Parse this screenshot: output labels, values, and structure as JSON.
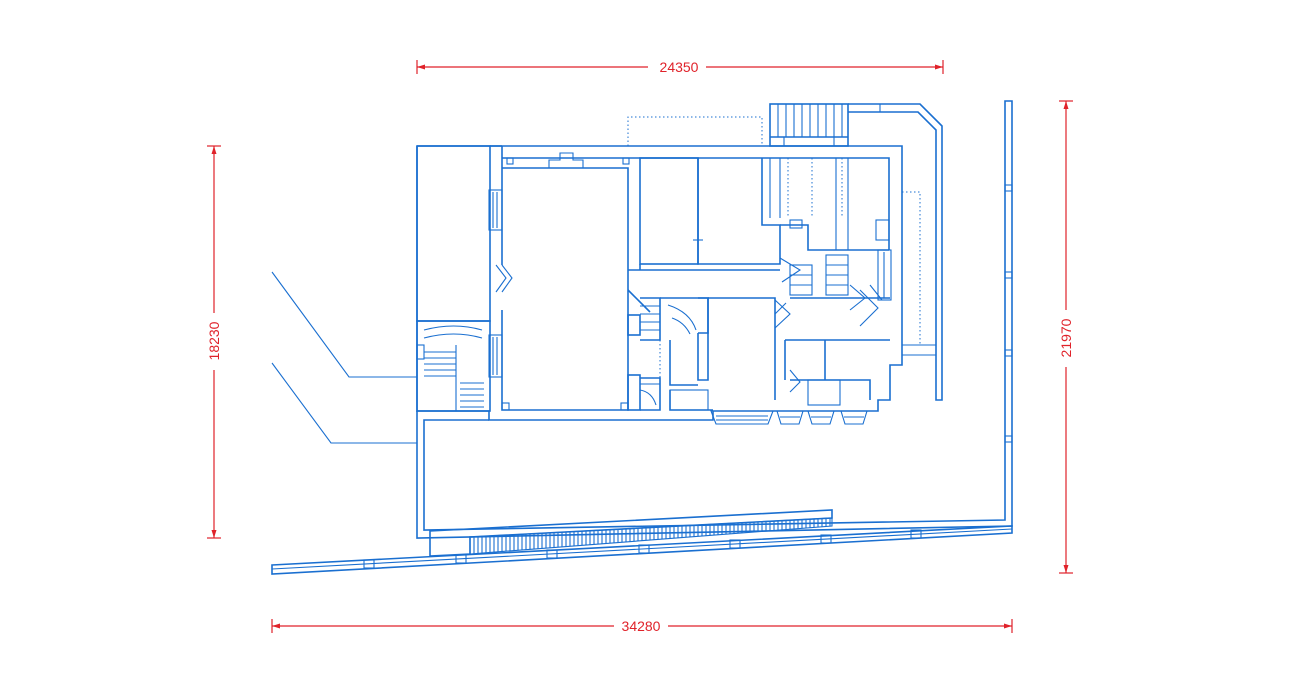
{
  "dimensions": {
    "top": "24350",
    "left": "18230",
    "right": "21970",
    "bottom": "34280"
  },
  "colors": {
    "walls": "#1a6fd0",
    "dimension_lines": "#e0222a",
    "background": "#ffffff"
  }
}
